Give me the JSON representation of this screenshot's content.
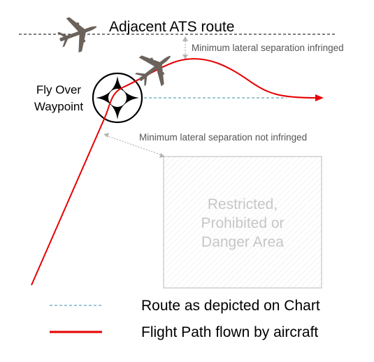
{
  "adjacent_route": {
    "label": "Adjacent ATS route"
  },
  "separation": {
    "infringed": "Minimum lateral separation infringed",
    "not_infringed": "Minimum lateral separation not infringed"
  },
  "waypoint": {
    "label_line1": "Fly Over",
    "label_line2": "Waypoint"
  },
  "restricted_area": {
    "line1": "Restricted,",
    "line2": "Prohibited or",
    "line3": "Danger Area"
  },
  "legend": {
    "route_label": "Route as depicted on Chart",
    "flight_label": "Flight Path flown by aircraft"
  },
  "colors": {
    "flight_path": "#e60000",
    "route": "#3a8fa8",
    "aircraft": "#6b625c",
    "area_hatch": "#e4e4e4",
    "area_border": "#b8b8b8"
  },
  "icons": {
    "aircraft": "airplane-icon",
    "waypoint": "fly-over-waypoint-icon"
  }
}
